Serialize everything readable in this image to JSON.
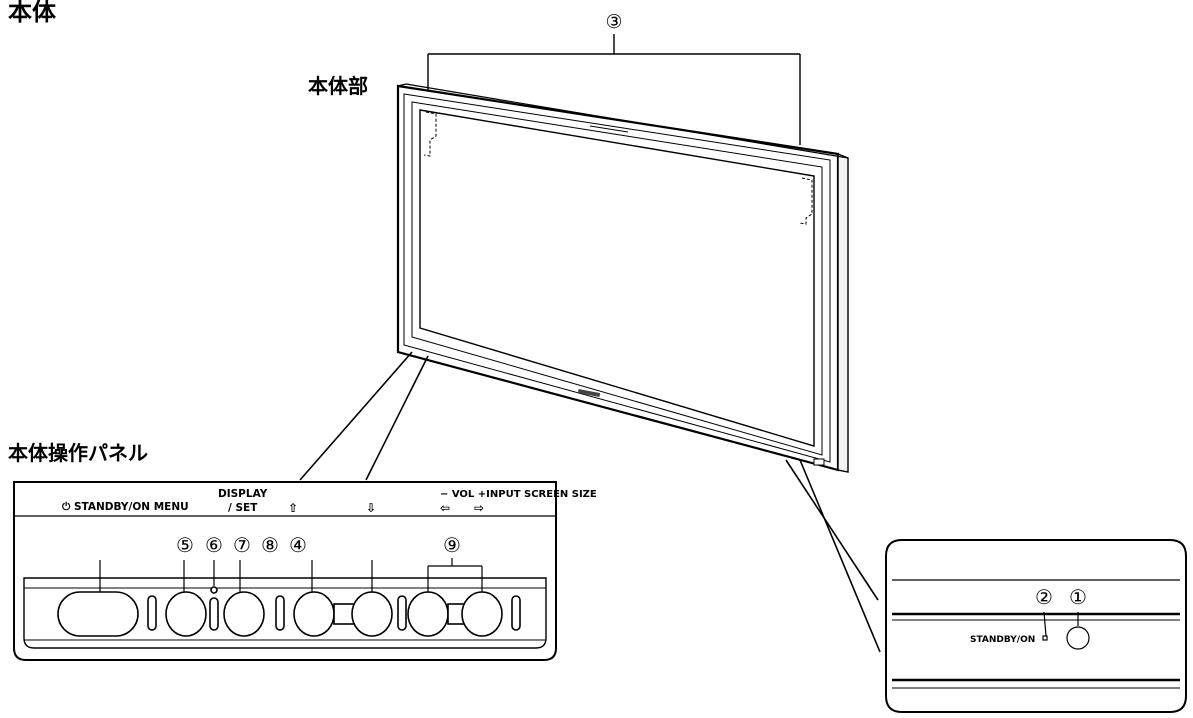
{
  "title": "本体",
  "labels": {
    "main_unit": "本体部",
    "control_panel": "本体操作パネル"
  },
  "panel_labels": {
    "standby_on_menu": "⏻ STANDBY/ON MENU",
    "display": "DISPLAY",
    "set": "/ SET",
    "up_arrow": "⇧",
    "down_arrow": "⇩",
    "vol_input_screen": "− VOL +INPUT SCREEN SIZE",
    "left_arrow": "⇦",
    "right_arrow": "⇨"
  },
  "detail_labels": {
    "standby_on": "STANDBY/ON"
  },
  "callouts": {
    "c1": "①",
    "c2": "②",
    "c3": "③",
    "c4": "④",
    "c5": "⑤",
    "c6": "⑥",
    "c7": "⑦",
    "c8": "⑧",
    "c9": "⑨"
  }
}
